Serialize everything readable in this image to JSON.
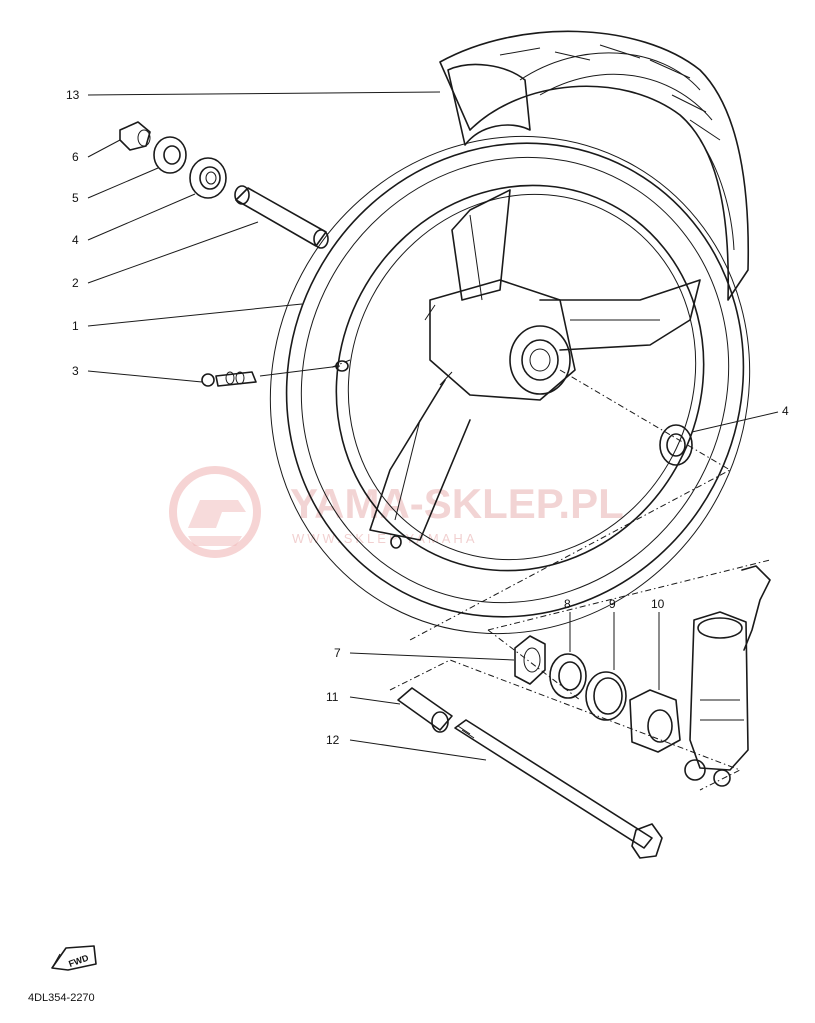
{
  "diagram": {
    "callouts": {
      "c13": "13",
      "c6": "6",
      "c5": "5",
      "c4a": "4",
      "c2": "2",
      "c1": "1",
      "c3": "3",
      "c4b": "4",
      "c7": "7",
      "c8": "8",
      "c9": "9",
      "c10": "10",
      "c11": "11",
      "c12": "12"
    },
    "diagram_code": "4DL354-2270",
    "fwd_label": "FWD",
    "watermark": {
      "text": "YAMA-SKLEP.PL",
      "subtext": "WWW.SKLEP.YAMAHA"
    }
  }
}
